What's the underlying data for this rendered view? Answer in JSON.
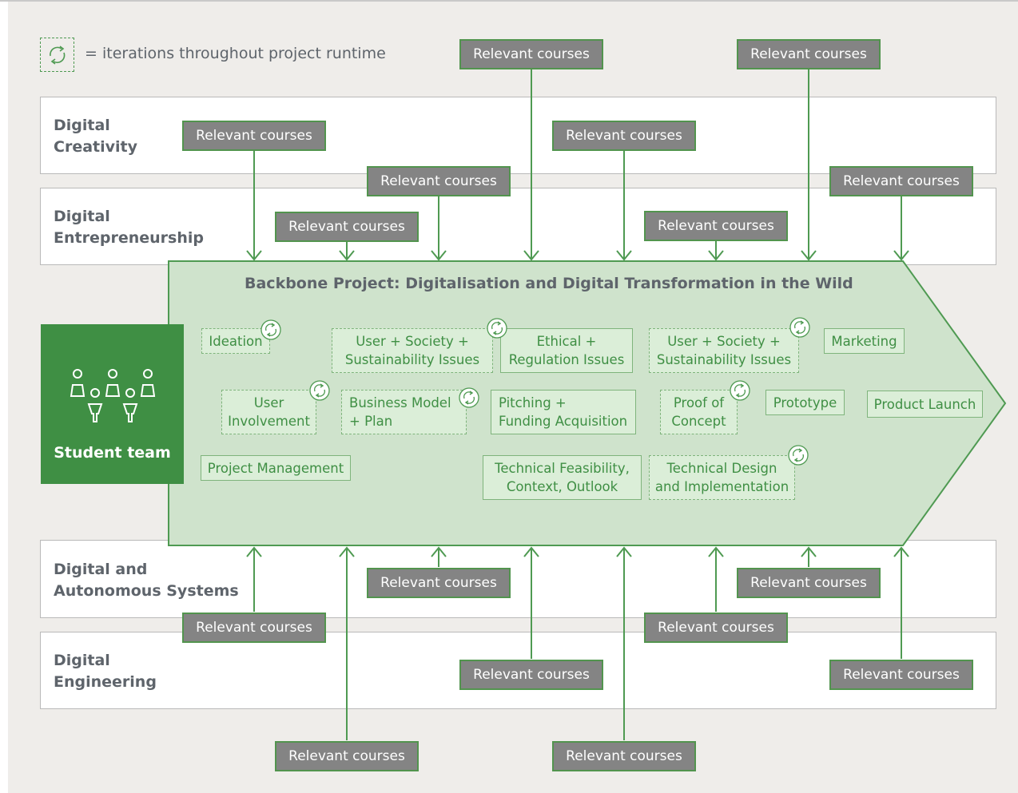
{
  "legend": {
    "icon": "iteration-cycle-icon",
    "text": "= iterations throughout project runtime"
  },
  "bands": [
    {
      "label": "Digital\nCreativity"
    },
    {
      "label": "Digital\nEntrepreneurship"
    },
    {
      "label": "Digital and\nAutonomous Systems"
    },
    {
      "label": "Digital\nEngineering"
    }
  ],
  "project": {
    "title": "Backbone Project: Digitalisation and Digital Transformation in the Wild"
  },
  "student_team": {
    "label": "Student team",
    "icon": "student-team-icon"
  },
  "courses_label": "Relevant courses",
  "activities": [
    {
      "text": "Ideation",
      "iterative": true
    },
    {
      "text": "User + Society +\nSustainability Issues",
      "iterative": true
    },
    {
      "text": "Ethical +\nRegulation Issues",
      "iterative": false
    },
    {
      "text": "User + Society +\nSustainability Issues",
      "iterative": true
    },
    {
      "text": "Marketing",
      "iterative": false
    },
    {
      "text": "User\nInvolvement",
      "iterative": true
    },
    {
      "text": "Business Model\n+ Plan",
      "iterative": true
    },
    {
      "text": "Pitching +\nFunding Acquisition",
      "iterative": false
    },
    {
      "text": "Proof of\nConcept",
      "iterative": true
    },
    {
      "text": "Prototype",
      "iterative": false
    },
    {
      "text": "Product Launch",
      "iterative": false
    },
    {
      "text": "Project Management",
      "iterative": false
    },
    {
      "text": "Technical Feasibility,\nContext, Outlook",
      "iterative": false
    },
    {
      "text": "Technical Design\nand Implementation",
      "iterative": true
    }
  ],
  "colors": {
    "green_dark": "#3f8f44",
    "green_fill": "#cfe3cc",
    "course_box": "#848484",
    "background": "#efedea"
  }
}
